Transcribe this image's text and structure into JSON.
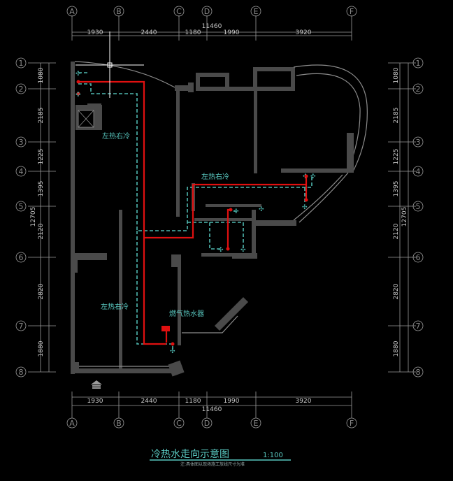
{
  "grid_columns": [
    "A",
    "B",
    "C",
    "D",
    "E",
    "F"
  ],
  "grid_rows": [
    "1",
    "2",
    "3",
    "4",
    "5",
    "6",
    "7",
    "8"
  ],
  "dims_horizontal": [
    "1930",
    "2440",
    "1180",
    "1990",
    "3920"
  ],
  "dims_total_h": "11460",
  "dims_vertical": [
    "1080",
    "2185",
    "1225",
    "1395",
    "2120",
    "2820",
    "1880"
  ],
  "dims_total_v": "12705",
  "rooms": {
    "top_left": "左热右冷",
    "center": "左热右冷",
    "bottom_left": "左热右冷",
    "water_heater": "燃气热水器"
  },
  "title": "冷热水走向示意图",
  "scale": "1:100",
  "note": "注:具体图以现场施工放线尺寸为准",
  "colors": {
    "hot_pipe": "#e01010",
    "cold_pipe": "#4fb8b0",
    "walls": "#4a4a4a",
    "background": "#000000"
  }
}
